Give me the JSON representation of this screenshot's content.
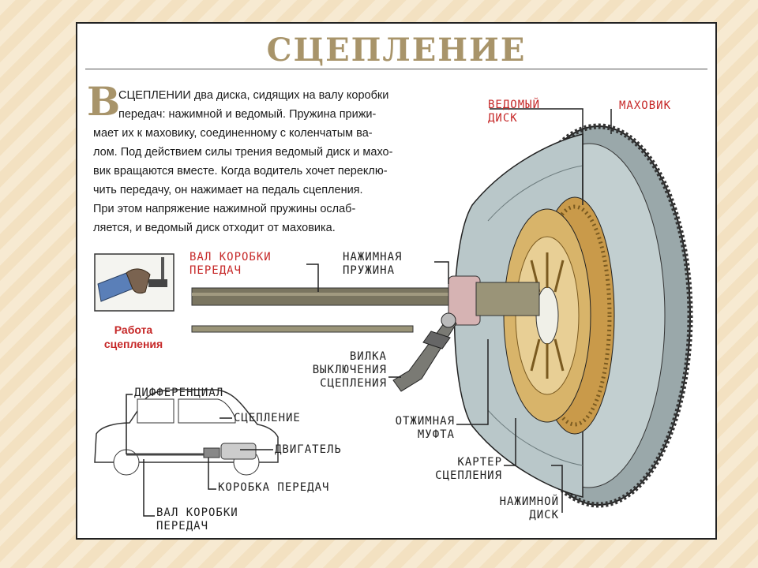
{
  "title": "СЦЕПЛЕНИЕ",
  "intro": {
    "dropcap": "В",
    "lines": [
      "СЦЕПЛЕНИИ два диска, сидящих на валу коробки",
      "передач: нажимной и ведомый. Пружина прижи-",
      "мает их к маховику, соединенному с коленчатым ва-",
      "лом. Под действием силы трения ведомый диск и махо-",
      "вик вращаются вместе. Когда водитель хочет переклю-",
      "чить передачу, он нажимает на педаль сцепления.",
      "При этом напряжение нажимной пружины ослаб-",
      "ляется, и ведомый диск отходит от маховика."
    ]
  },
  "inset_caption": {
    "line1": "Работа",
    "line2": "сцепления"
  },
  "labels": {
    "driven_disc": {
      "line1": "ВЕДОМЫЙ",
      "line2": "ДИСК"
    },
    "flywheel": "МАХОВИК",
    "gearbox_shaft": {
      "line1": "ВАЛ КОРОБКИ",
      "line2": "ПЕРЕДАЧ"
    },
    "pressure_spring": {
      "line1": "НАЖИМНАЯ",
      "line2": "ПРУЖИНА"
    },
    "release_fork": {
      "line1": "ВИЛКА",
      "line2": "ВЫКЛЮЧЕНИЯ",
      "line3": "СЦЕПЛЕНИЯ"
    },
    "release_bearing": {
      "line1": "ОТЖИМНАЯ",
      "line2": "МУФТА"
    },
    "clutch_housing": {
      "line1": "КАРТЕР",
      "line2": "СЦЕПЛЕНИЯ"
    },
    "pressure_disc": {
      "line1": "НАЖИМНОЙ",
      "line2": "ДИСК"
    }
  },
  "car_labels": {
    "differential": "ДИФФЕРЕНЦИАЛ",
    "clutch": "СЦЕПЛЕНИЕ",
    "engine": "ДВИГАТЕЛЬ",
    "gearbox": "КОРОБКА ПЕРЕДАЧ",
    "shaft": {
      "line1": "ВАЛ КОРОБКИ",
      "line2": "ПЕРЕДАЧ"
    }
  },
  "colors": {
    "title": "#a8946a",
    "accent_red": "#c62828",
    "housing": "#b9c7c9",
    "disc_gold": "#d8b46a",
    "shaft": "#7a7560",
    "background": "#f7ead2"
  }
}
